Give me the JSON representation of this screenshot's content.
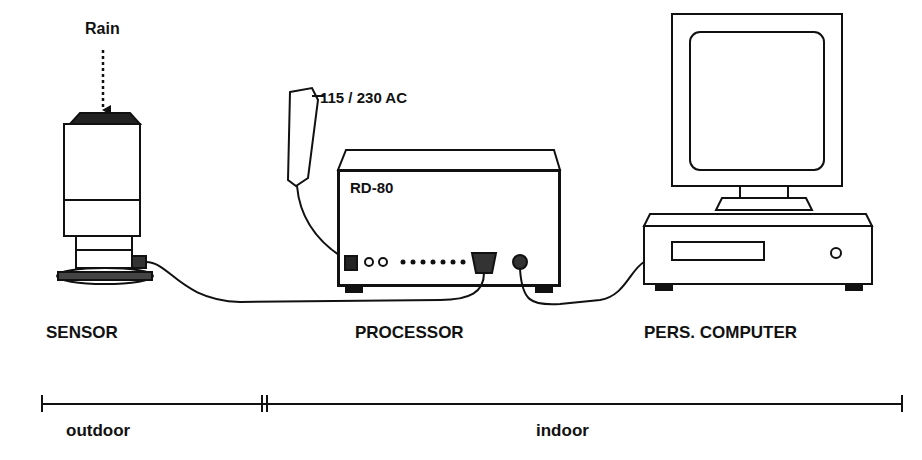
{
  "diagram": {
    "nodes": [
      {
        "text": [
          "RD-80"
        ]
      }
    ],
    "labels": [
      "Rain",
      "115 / 230 AC",
      "SENSOR",
      "PROCESSOR",
      "PERS. COMPUTER",
      "outdoor",
      "indoor"
    ]
  }
}
